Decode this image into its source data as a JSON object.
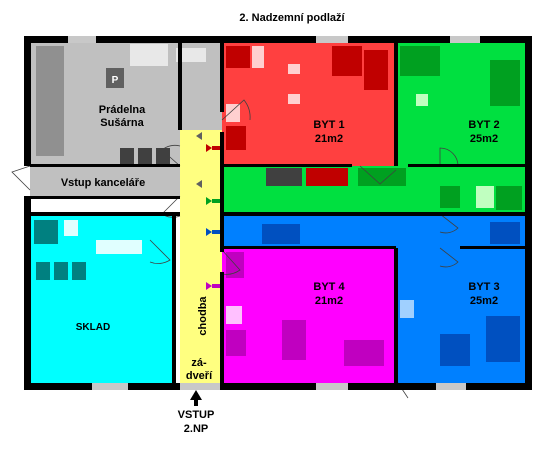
{
  "title": "2. Nadzemní podlaží",
  "rooms": {
    "pradelna": {
      "line1": "Prádelna",
      "line2": "Sušárna",
      "color": "#c0c0c0"
    },
    "vstup_kancelare": {
      "label": "Vstup kanceláře",
      "color": "#c0c0c0"
    },
    "sklad": {
      "label": "SKLAD",
      "color": "#00ffff"
    },
    "chodba": {
      "label": "chodba",
      "color": "#ffff80"
    },
    "zadveri": {
      "line1": "zá-",
      "line2": "dveří",
      "color": "#ffff80"
    },
    "byt1": {
      "name": "BYT 1",
      "area": "21m2",
      "color": "#ff4040"
    },
    "byt2": {
      "name": "BYT 2",
      "area": "25m2",
      "color": "#00e040"
    },
    "byt3": {
      "name": "BYT 3",
      "area": "25m2",
      "color": "#0080ff"
    },
    "byt4": {
      "name": "BYT 4",
      "area": "21m2",
      "color": "#ff00ff"
    }
  },
  "entrance": {
    "line1": "VSTUP",
    "line2": "2.NP"
  },
  "fixture_label": "P",
  "colors": {
    "wall": "#000000",
    "byt1_dark": "#c00000",
    "byt2_dark": "#00a020",
    "byt3_dark": "#0050c0",
    "byt4_dark": "#c000c0",
    "sklad_dark": "#008080",
    "gray_dark": "#606060"
  }
}
